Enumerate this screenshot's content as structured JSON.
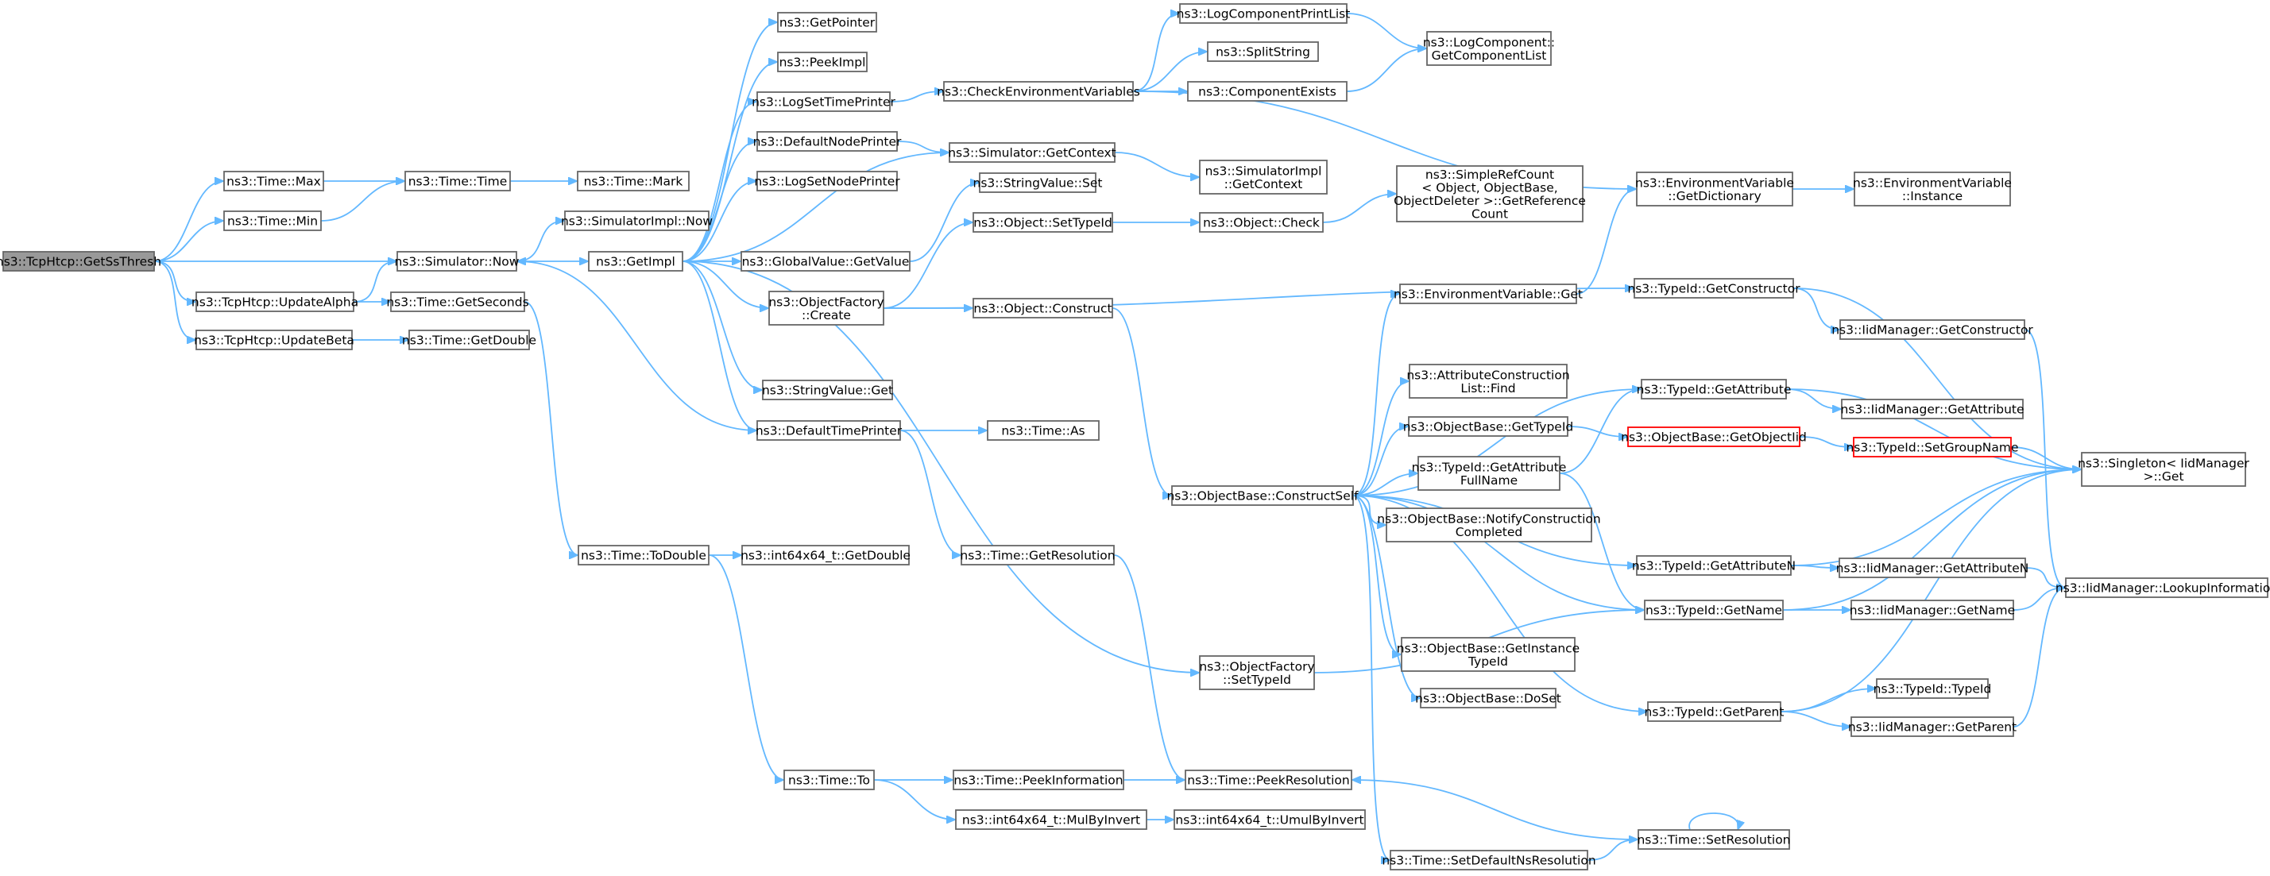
{
  "graph": {
    "edge_color": "#63b8ff",
    "node_border_color": "#666666",
    "root_fill_color": "#999999",
    "highlight_border_color": "#ff0000",
    "nodes": [
      {
        "id": "getssthresh",
        "lines": [
          "ns3::TcpHtcp::GetSsThresh"
        ],
        "root": true
      },
      {
        "id": "timemax",
        "lines": [
          "ns3::Time::Max"
        ]
      },
      {
        "id": "timemin",
        "lines": [
          "ns3::Time::Min"
        ]
      },
      {
        "id": "simnow",
        "lines": [
          "ns3::Simulator::Now"
        ]
      },
      {
        "id": "updalpha",
        "lines": [
          "ns3::TcpHtcp::UpdateAlpha"
        ]
      },
      {
        "id": "updbeta",
        "lines": [
          "ns3::TcpHtcp::UpdateBeta"
        ]
      },
      {
        "id": "timetime",
        "lines": [
          "ns3::Time::Time"
        ]
      },
      {
        "id": "timemark",
        "lines": [
          "ns3::Time::Mark"
        ]
      },
      {
        "id": "simimplnow",
        "lines": [
          "ns3::SimulatorImpl::Now"
        ]
      },
      {
        "id": "getimpl",
        "lines": [
          "ns3::GetImpl"
        ]
      },
      {
        "id": "getseconds",
        "lines": [
          "ns3::Time::GetSeconds"
        ]
      },
      {
        "id": "getdouble",
        "lines": [
          "ns3::Time::GetDouble"
        ]
      },
      {
        "id": "getpointer",
        "lines": [
          "ns3::GetPointer"
        ]
      },
      {
        "id": "peekimpl",
        "lines": [
          "ns3::PeekImpl"
        ]
      },
      {
        "id": "logsettimeprinter",
        "lines": [
          "ns3::LogSetTimePrinter"
        ]
      },
      {
        "id": "defaultnodeprinter",
        "lines": [
          "ns3::DefaultNodePrinter"
        ]
      },
      {
        "id": "logsetnodeprinter",
        "lines": [
          "ns3::LogSetNodePrinter"
        ]
      },
      {
        "id": "globalvalueget",
        "lines": [
          "ns3::GlobalValue::GetValue"
        ]
      },
      {
        "id": "objfactcreate",
        "lines": [
          "ns3::ObjectFactory",
          "::Create"
        ]
      },
      {
        "id": "stringvalueget",
        "lines": [
          "ns3::StringValue::Get"
        ]
      },
      {
        "id": "defaulttimeprinter",
        "lines": [
          "ns3::DefaultTimePrinter"
        ]
      },
      {
        "id": "timetodouble",
        "lines": [
          "ns3::Time::ToDouble"
        ]
      },
      {
        "id": "int64getdouble",
        "lines": [
          "ns3::int64x64_t::GetDouble"
        ]
      },
      {
        "id": "timeto",
        "lines": [
          "ns3::Time::To"
        ]
      },
      {
        "id": "checkenv",
        "lines": [
          "ns3::CheckEnvironmentVariables"
        ]
      },
      {
        "id": "simgetcontext",
        "lines": [
          "ns3::Simulator::GetContext"
        ]
      },
      {
        "id": "stringvalueset",
        "lines": [
          "ns3::StringValue::Set"
        ]
      },
      {
        "id": "objsettypeid",
        "lines": [
          "ns3::Object::SetTypeId"
        ]
      },
      {
        "id": "objconstruct",
        "lines": [
          "ns3::Object::Construct"
        ]
      },
      {
        "id": "timeas",
        "lines": [
          "ns3::Time::As"
        ]
      },
      {
        "id": "timegetres",
        "lines": [
          "ns3::Time::GetResolution"
        ]
      },
      {
        "id": "peekinfo",
        "lines": [
          "ns3::Time::PeekInformation"
        ]
      },
      {
        "id": "mulbyinvert",
        "lines": [
          "ns3::int64x64_t::MulByInvert"
        ]
      },
      {
        "id": "logcompprintlist",
        "lines": [
          "ns3::LogComponentPrintList"
        ]
      },
      {
        "id": "splitstring",
        "lines": [
          "ns3::SplitString"
        ]
      },
      {
        "id": "componentexists",
        "lines": [
          "ns3::ComponentExists"
        ]
      },
      {
        "id": "simimplgetcontext",
        "lines": [
          "ns3::SimulatorImpl",
          "::GetContext"
        ]
      },
      {
        "id": "objcheck",
        "lines": [
          "ns3::Object::Check"
        ]
      },
      {
        "id": "objbaseconstructself",
        "lines": [
          "ns3::ObjectBase::ConstructSelf"
        ]
      },
      {
        "id": "objfactsettypeid",
        "lines": [
          "ns3::ObjectFactory",
          "::SetTypeId"
        ]
      },
      {
        "id": "peekres",
        "lines": [
          "ns3::Time::PeekResolution"
        ]
      },
      {
        "id": "umulbyinvert",
        "lines": [
          "ns3::int64x64_t::UmulByInvert"
        ]
      },
      {
        "id": "logcompgetlist",
        "lines": [
          "ns3::LogComponent::",
          "GetComponentList"
        ]
      },
      {
        "id": "simplerefcount",
        "lines": [
          "ns3::SimpleRefCount",
          "< Object, ObjectBase,",
          "ObjectDeleter >::GetReference",
          "Count"
        ]
      },
      {
        "id": "envvarget",
        "lines": [
          "ns3::EnvironmentVariable::Get"
        ]
      },
      {
        "id": "attrconstrfind",
        "lines": [
          "ns3::AttributeConstruction",
          "List::Find"
        ]
      },
      {
        "id": "objbasegettypeid",
        "lines": [
          "ns3::ObjectBase::GetTypeId"
        ]
      },
      {
        "id": "typeidgetattrfullname",
        "lines": [
          "ns3::TypeId::GetAttribute",
          "FullName"
        ]
      },
      {
        "id": "notifyconstrcompleted",
        "lines": [
          "ns3::ObjectBase::NotifyConstruction",
          "Completed"
        ]
      },
      {
        "id": "getinstancetypeid",
        "lines": [
          "ns3::ObjectBase::GetInstance",
          "TypeId"
        ]
      },
      {
        "id": "objbasedoset",
        "lines": [
          "ns3::ObjectBase::DoSet"
        ]
      },
      {
        "id": "setdefaultnsres",
        "lines": [
          "ns3::Time::SetDefaultNsResolution"
        ]
      },
      {
        "id": "envvargetdict",
        "lines": [
          "ns3::EnvironmentVariable",
          "::GetDictionary"
        ]
      },
      {
        "id": "typeidgetconstructor",
        "lines": [
          "ns3::TypeId::GetConstructor"
        ]
      },
      {
        "id": "typeidgetattribute",
        "lines": [
          "ns3::TypeId::GetAttribute"
        ]
      },
      {
        "id": "objbasegetobjectiid",
        "lines": [
          "ns3::ObjectBase::GetObjectIid"
        ],
        "highlight": true
      },
      {
        "id": "typeidgetattributen",
        "lines": [
          "ns3::TypeId::GetAttributeN"
        ]
      },
      {
        "id": "typeidgetname",
        "lines": [
          "ns3::TypeId::GetName"
        ]
      },
      {
        "id": "typeidgetparent",
        "lines": [
          "ns3::TypeId::GetParent"
        ]
      },
      {
        "id": "timesetres",
        "lines": [
          "ns3::Time::SetResolution"
        ]
      },
      {
        "id": "envvarinstance",
        "lines": [
          "ns3::EnvironmentVariable",
          "::Instance"
        ]
      },
      {
        "id": "iidgetconstructor",
        "lines": [
          "ns3::IidManager::GetConstructor"
        ]
      },
      {
        "id": "iidgetattribute",
        "lines": [
          "ns3::IidManager::GetAttribute"
        ]
      },
      {
        "id": "typeidsetgroupname",
        "lines": [
          "ns3::TypeId::SetGroupName"
        ],
        "highlight": true
      },
      {
        "id": "iidgetattributen",
        "lines": [
          "ns3::IidManager::GetAttributeN"
        ]
      },
      {
        "id": "iidgetname",
        "lines": [
          "ns3::IidManager::GetName"
        ]
      },
      {
        "id": "typeidtypeid",
        "lines": [
          "ns3::TypeId::TypeId"
        ]
      },
      {
        "id": "iidgetparent",
        "lines": [
          "ns3::IidManager::GetParent"
        ]
      },
      {
        "id": "singletonget",
        "lines": [
          "ns3::Singleton< IidManager",
          " >::Get"
        ]
      },
      {
        "id": "iidlookupinfo",
        "lines": [
          "ns3::IidManager::LookupInformation"
        ]
      }
    ]
  }
}
